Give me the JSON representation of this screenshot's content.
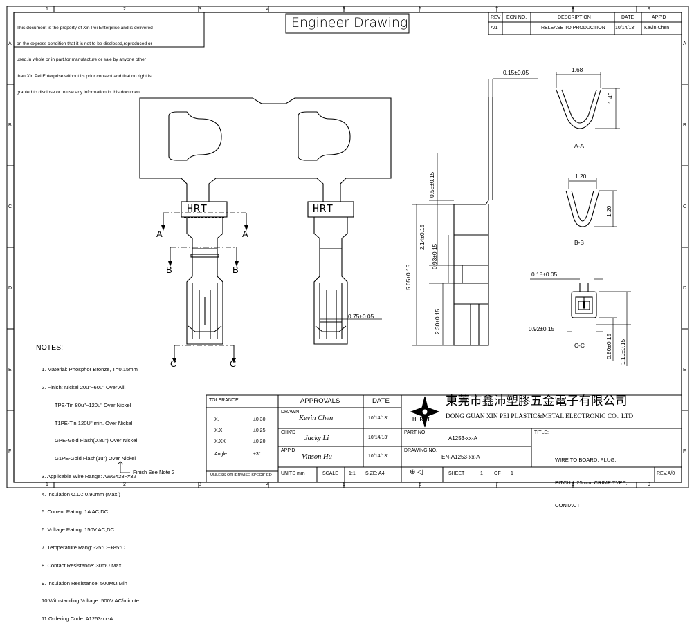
{
  "colors": {
    "line": "#000000",
    "paper": "#ffffff"
  },
  "grid": {
    "cols": [
      "1",
      "2",
      "3",
      "4",
      "5",
      "6",
      "7",
      "8",
      "9"
    ],
    "rows": [
      "A",
      "B",
      "C",
      "D",
      "E",
      "F"
    ]
  },
  "disclaimer": [
    "This document is the property of Xin Pei Enterprise and is delivered",
    "on the express condition that it is not to be disclosed,reproduced or",
    "used,in whole or in part,for manufacture or sale by anyone other",
    "than Xin Pei Enterprise without its prior consent,and that no right is",
    "granted to disclose or to use any information in this document."
  ],
  "title": "Engineer Drawing",
  "revision": {
    "headers": {
      "rev": "REV",
      "ecn": "ECN NO.",
      "desc": "DESCRIPTION",
      "date": "DATE",
      "appd": "APP'D"
    },
    "row": {
      "rev": "A/1",
      "ecn": "",
      "desc": "RELEASE TO PRODUCTION",
      "date": "10/14/13'",
      "appd": "Kevin Chen"
    }
  },
  "dims": {
    "thickness": "0.15±0.05",
    "top_w": "1.68",
    "top_h": "1.46",
    "sec_a": "A-A",
    "mid_w": "1.20",
    "mid_h": "1.20",
    "sec_b": "B-B",
    "c_top": "0.18±0.05",
    "c_w": "0.92±0.15",
    "c_h1": "0.80±0.15",
    "c_h2": "1.10±0.15",
    "sec_c": "C-C",
    "v055": "0.55±0.15",
    "v214": "2.14±0.15",
    "v093": "0.93±0.15",
    "v505": "5.05±0.15",
    "v230": "2.30±0.15",
    "w075": "0.75±0.05"
  },
  "cut_labels": {
    "a": "A",
    "b": "B",
    "c": "C"
  },
  "stamp": "HRT",
  "notes": {
    "heading": "NOTES:",
    "lines": [
      "1. Material: Phosphor Bronze, T=0.15mm",
      "2. Finish: Nickel 20u\"~60u\" Over All.",
      "         TPE-Tin 80u\"~120u\" Over Nickel",
      "         T1PE-Tin 120U\" min. Over Nickel",
      "         GPE-Gold Flash(0.8u\") Over Nickel",
      "         G1PE-Gold Flash(1u\") Over Nickel",
      "3. Applicable Wire Range: AWG#28~#32",
      "4. Insulation O.D.: 0.90mm (Max.)",
      "5. Current Rating: 1A AC,DC",
      "6. Voltage Rating: 150V AC,DC",
      "7. Temperature Rang: -25°C~+85°C",
      "8. Contact Resistance: 30mΩ Max",
      "9. Insulation Resistance: 500MΩ Min",
      "10.Withstanding Voltage: 500V AC/minute",
      "11.Ordering Code: A1253-xx-A"
    ],
    "finish_note": "Finish See Note 2"
  },
  "tolerance": {
    "heading": "TOLERANCE",
    "rows": [
      {
        "k": "X.",
        "v": "±0.30"
      },
      {
        "k": "X.X",
        "v": "±0.25"
      },
      {
        "k": "X.XX",
        "v": "±0.20"
      },
      {
        "k": "Angle",
        "v": "±3°"
      }
    ],
    "footer": "UNLESS OTHERWISE SPECIFIED"
  },
  "approvals": {
    "heading": "APPROVALS",
    "date_heading": "DATE",
    "rows": [
      {
        "role": "DRAWN",
        "name": "Kevin Chen",
        "date": "10/14/13'"
      },
      {
        "role": "CHK'D",
        "name": "Jacky Li",
        "date": "10/14/13'"
      },
      {
        "role": "APP'D",
        "name": "Vinson Hu",
        "date": "10/14/13'"
      }
    ],
    "units_label": "UNITS mm",
    "scale_label": "SCALE",
    "scale_value": "1:1",
    "size_label": "SIZE: A4"
  },
  "company": {
    "logo": "HRT",
    "name_cn": "東莞市鑫沛塑膠五金電子有限公司",
    "name_en": "DONG GUAN XIN PEI PLASTIC&METAL ELECTRONIC CO., LTD"
  },
  "part": {
    "label": "PART NO.",
    "value": "A1253-xx-A"
  },
  "drawing": {
    "label": "DRAWING NO.",
    "value": "EN-A1253-xx-A"
  },
  "sheet": {
    "label": "SHEET",
    "num": "1",
    "of": "OF",
    "total": "1"
  },
  "title_block": {
    "label": "TITLE:",
    "lines": [
      "WIRE TO BOARD, PLUG,",
      "PITCH 1.25mm, CRIMP TYPE,",
      "CONTACT"
    ]
  },
  "rev_a0": "REV.A/0"
}
